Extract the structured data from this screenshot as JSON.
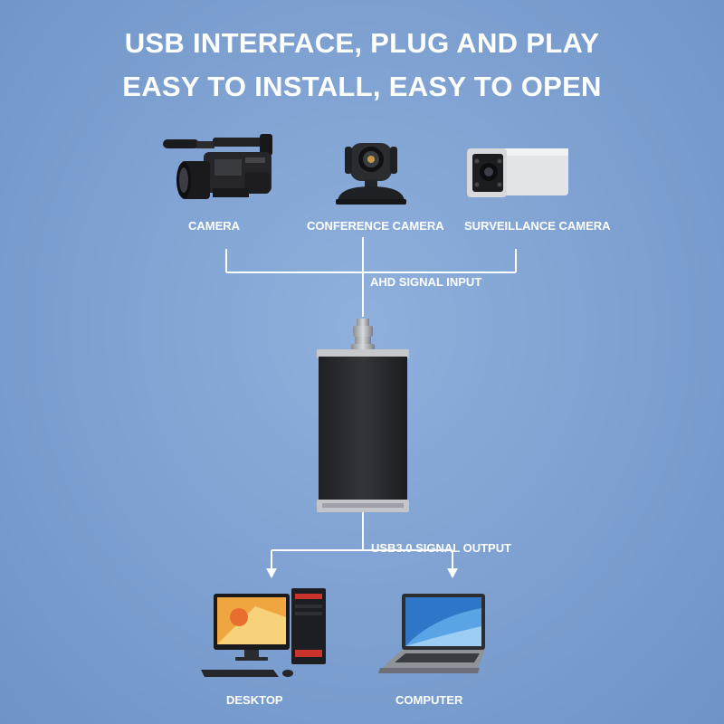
{
  "headline": {
    "line1": "USB INTERFACE, PLUG AND PLAY",
    "line2": "EASY TO INSTALL, EASY TO OPEN"
  },
  "inputs": {
    "camera_label": "CAMERA",
    "conference_label": "CONFERENCE CAMERA",
    "surveillance_label": "SURVEILLANCE CAMERA"
  },
  "signals": {
    "input_label": "AHD SIGNAL INPUT",
    "output_label": "USB3.0 SIGNAL OUTPUT"
  },
  "outputs": {
    "desktop_label": "DESKTOP",
    "computer_label": "COMPUTER"
  },
  "colors": {
    "line": "#ffffff",
    "background": "#7da0d1",
    "device_body": "#2a2c30"
  }
}
